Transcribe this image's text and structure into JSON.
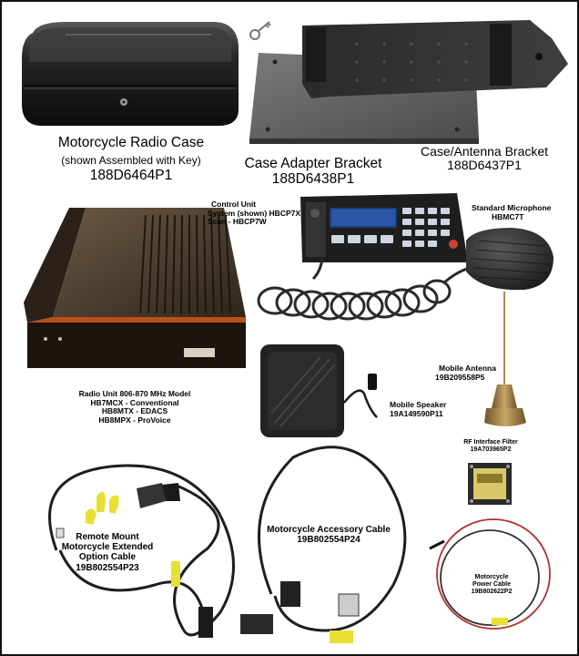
{
  "labels": {
    "radio_case": {
      "title": "Motorcycle Radio Case",
      "subtitle": "(shown Assembled with Key)",
      "part": "188D6464P1"
    },
    "case_adapter_bracket": {
      "title": "Case Adapter Bracket",
      "part": "188D6438P1"
    },
    "case_antenna_bracket": {
      "title": "Case/Antenna Bracket",
      "part": "188D6437P1"
    },
    "control_unit": {
      "line1": "Control Unit",
      "line2": "System (shown) HBCP7X",
      "line3": "Scan - HBCP7W"
    },
    "microphone": {
      "title": "Standard Microphone",
      "part": "HBMC7T"
    },
    "radio_unit": {
      "line1": "Radio Unit 806-870 MHz Model",
      "line2": "HB7MCX - Conventional",
      "line3": "HB8MTX - EDACS",
      "line4": "HB8MPX - ProVoice"
    },
    "mobile_antenna": {
      "title": "Mobile Antenna",
      "part": "19B209558P5"
    },
    "mobile_speaker": {
      "title": "Mobile Speaker",
      "part": "19A149590P11"
    },
    "rf_filter": {
      "title": "RF Interface Filter",
      "part": "19A703965P2"
    },
    "extended_cable": {
      "line1": "Remote Mount",
      "line2": "Motorcycle Extended",
      "line3": "Option Cable",
      "part": "19B802554P23"
    },
    "accessory_cable": {
      "title": "Motorcycle Accessory Cable",
      "part": "19B802554P24"
    },
    "power_cable": {
      "line1": "Motorcycle",
      "line2": "Power Cable",
      "part": "19B802622P2"
    }
  },
  "colors": {
    "border": "#111111",
    "radio_body": "#3a2c20",
    "radio_stripe": "#b8501a",
    "cable": "#202020",
    "yellow_connector": "#e8e032",
    "antenna_brass": "#a8864a"
  },
  "icons": {
    "key": "key-icon"
  }
}
